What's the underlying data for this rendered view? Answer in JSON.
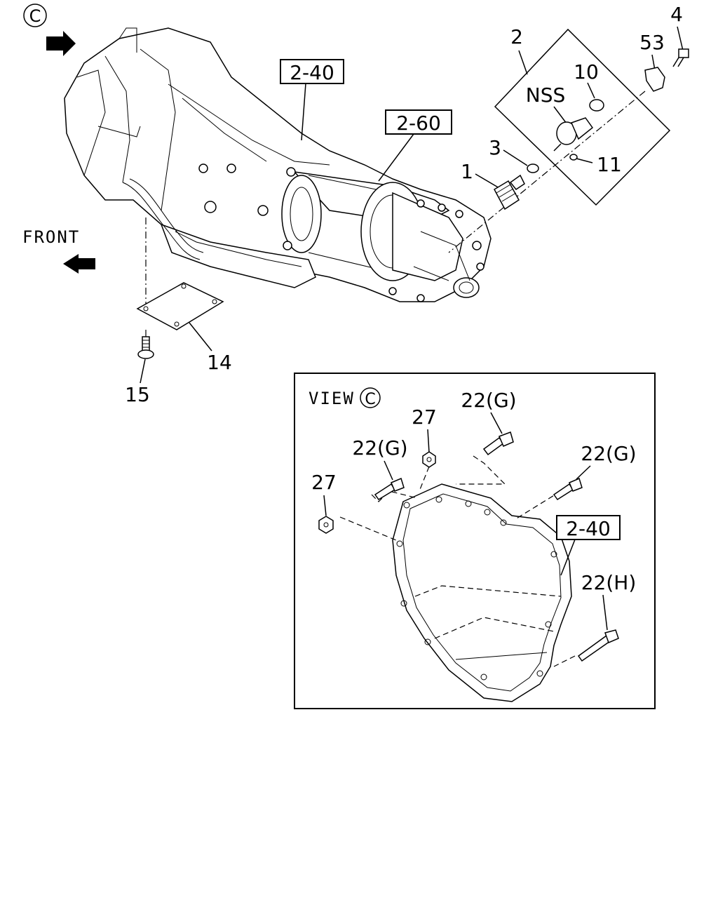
{
  "labels": {
    "view_marker_top": "C",
    "front": "FRONT",
    "ref_2_40_top": "2-40",
    "ref_2_60": "2-60",
    "part_2": "2",
    "part_4": "4",
    "part_53": "53",
    "part_10": "10",
    "nss": "NSS",
    "part_3": "3",
    "part_11": "11",
    "part_1": "1",
    "part_14": "14",
    "part_15": "15",
    "view_title": "VIEW",
    "view_marker": "C",
    "part_22g_top": "22(G)",
    "part_27_top": "27",
    "part_22g_mid": "22(G)",
    "part_22g_right": "22(G)",
    "part_27_left": "27",
    "ref_2_40_inset": "2-40",
    "part_22h": "22(H)"
  }
}
